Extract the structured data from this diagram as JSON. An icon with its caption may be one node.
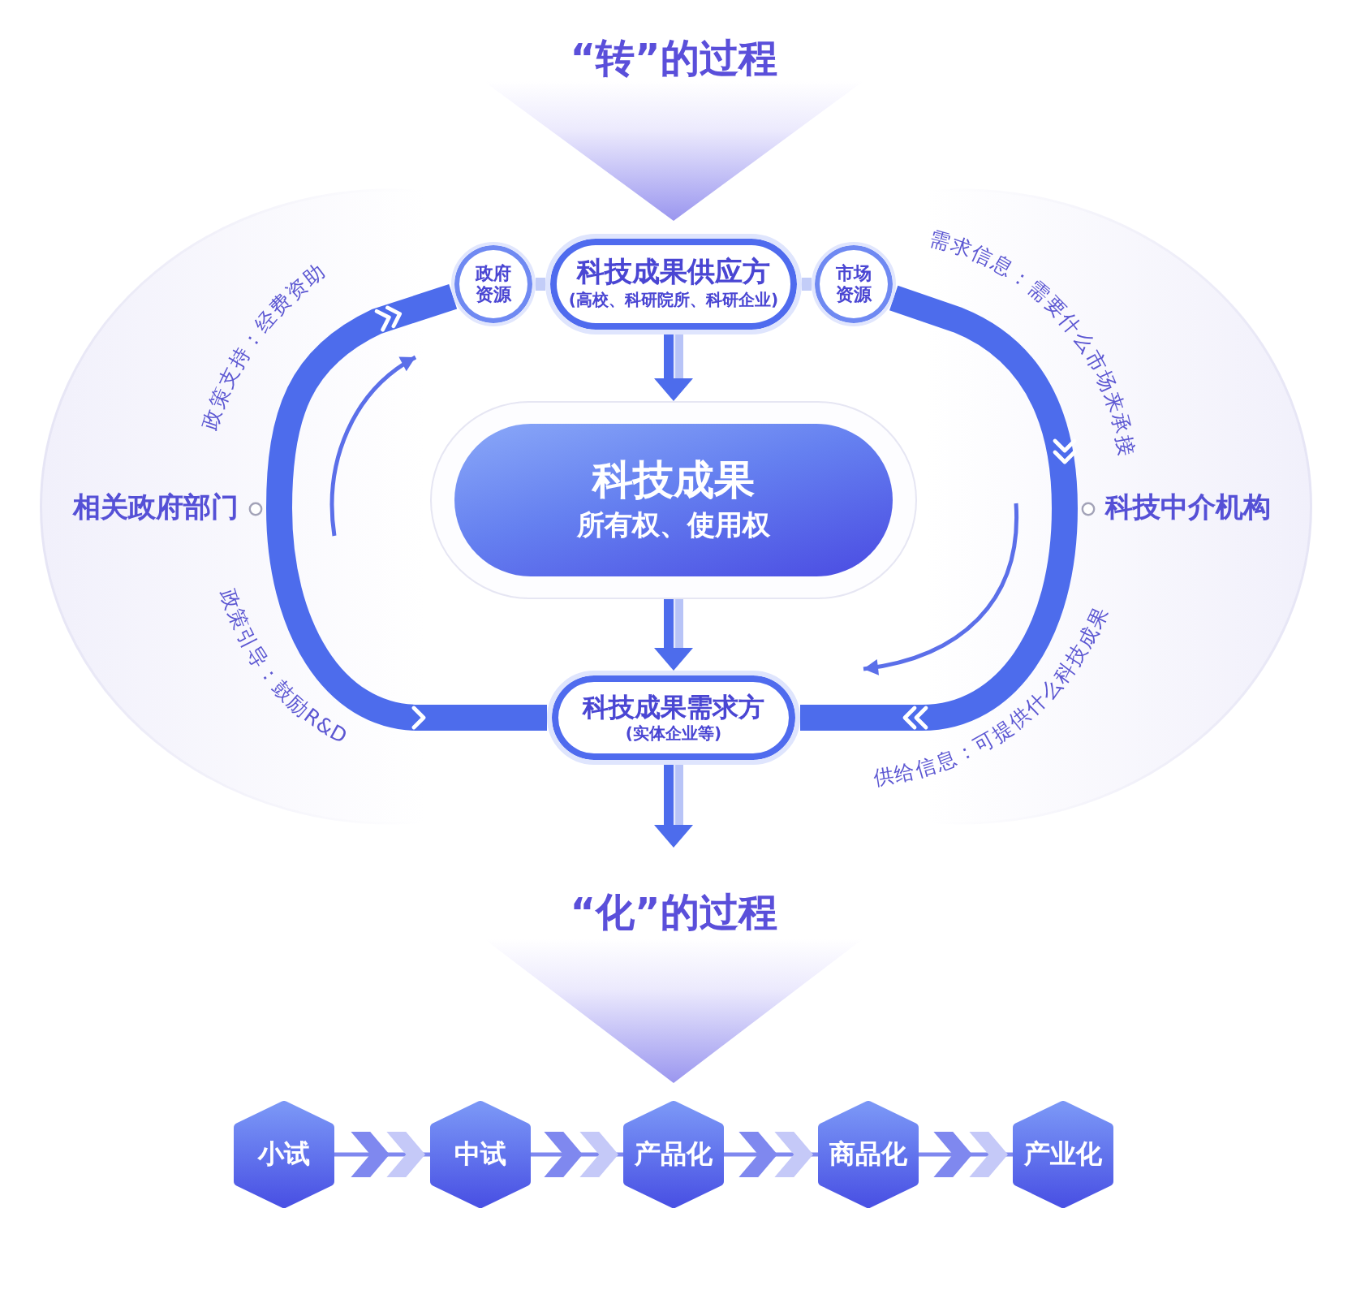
{
  "diagram": {
    "nodes": [
      {
        "text": [
          "“转”的过程"
        ]
      },
      {
        "text": [
          "政府资源"
        ]
      },
      {
        "text": [
          "科技成果供应方",
          "(高校、科研院所、科研企业)"
        ]
      },
      {
        "text": [
          "市场资源"
        ]
      },
      {
        "text": [
          "相关政府部门"
        ]
      },
      {
        "text": [
          "科技成果",
          "所有权、使用权"
        ]
      },
      {
        "text": [
          "科技中介机构"
        ]
      },
      {
        "text": [
          "科技成果需求方",
          "(实体企业等)"
        ]
      },
      {
        "text": [
          "“化”的过程"
        ]
      },
      {
        "text": [
          "小试"
        ]
      },
      {
        "text": [
          "中试"
        ]
      },
      {
        "text": [
          "产品化"
        ]
      },
      {
        "text": [
          "商品化"
        ]
      },
      {
        "text": [
          "产业化"
        ]
      }
    ],
    "edges": [
      {
        "from": 2,
        "to": 5,
        "arrow": "to"
      },
      {
        "from": 5,
        "to": 7,
        "arrow": "to"
      },
      {
        "from": 7,
        "to": 8,
        "arrow": "to"
      },
      {
        "from": 4,
        "to": 1,
        "arrow": "to",
        "label": "政策支持：经费资助",
        "style": "thick"
      },
      {
        "from": 4,
        "to": 7,
        "arrow": "to",
        "label": "政策引导：鼓励R&D",
        "style": "thick"
      },
      {
        "from": 3,
        "to": 6,
        "arrow": "to",
        "label": "需求信息：需要什么市场来承接",
        "style": "thick"
      },
      {
        "from": 6,
        "to": 7,
        "arrow": "to",
        "label": "供给信息：可提供什么科技成果",
        "style": "thick"
      },
      {
        "from": 1,
        "to": 2,
        "arrow": "none",
        "color": "#c3cdf8"
      },
      {
        "from": 2,
        "to": 3,
        "arrow": "none",
        "color": "#c3cdf8"
      },
      {
        "from": 9,
        "to": 10,
        "arrow": "to",
        "color": "#7f88ef"
      },
      {
        "from": 10,
        "to": 11,
        "arrow": "to",
        "color": "#7f88ef"
      },
      {
        "from": 11,
        "to": 12,
        "arrow": "to",
        "color": "#7f88ef"
      },
      {
        "from": 12,
        "to": 13,
        "arrow": "to",
        "color": "#7f88ef"
      }
    ]
  }
}
